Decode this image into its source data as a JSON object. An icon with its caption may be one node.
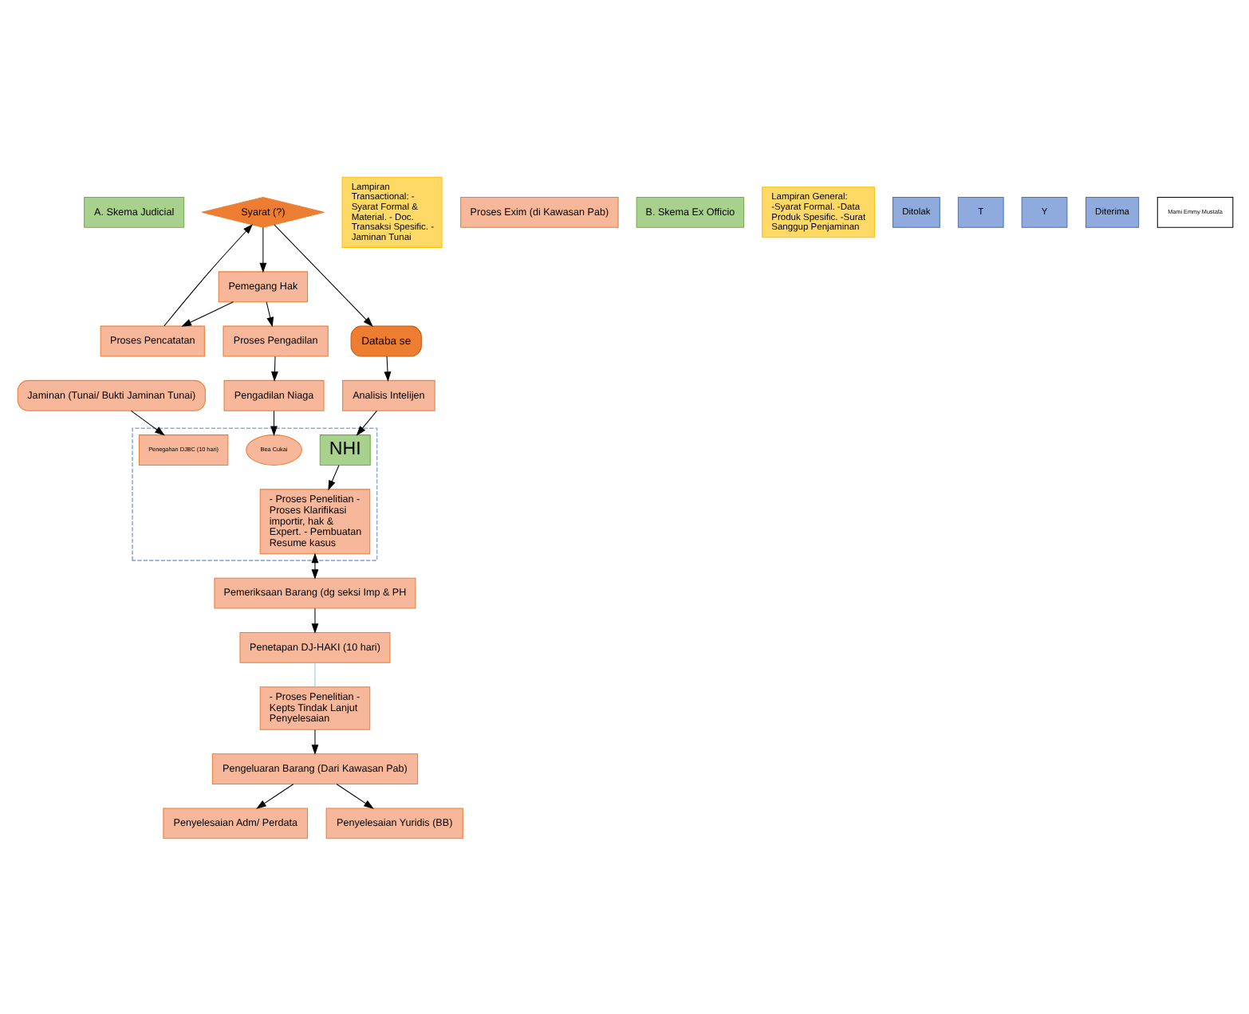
{
  "diagram": {
    "nodes": [
      {
        "text": [
          "A. Skema Judicial"
        ]
      },
      {
        "text": [
          "Proses Pengadilan"
        ]
      },
      {
        "text": [
          "Pengadilan Niaga"
        ]
      },
      {
        "text": [
          "Jaminan (Tunai/ Bukti Jaminan Tunai)"
        ]
      },
      {
        "text": [
          "Lampiran Transactional: - Syarat Formal & Material. - Doc. Transaksi Spesific. - Jaminan Tunai"
        ]
      },
      {
        "text": [],
        "shape": "box"
      },
      {
        "text": [
          "Bea Cukai"
        ],
        "in": 5
      },
      {
        "text": [
          "Penegahan DJBC (10 hari)"
        ],
        "in": 5
      },
      {
        "text": [
          "Pemegang Hak"
        ]
      },
      {
        "text": [
          "Proses Exim (di Kawasan Pab)"
        ]
      },
      {
        "text": [
          "NHI"
        ],
        "in": 5
      },
      {
        "text": [
          "- Proses Penelitian - Proses Klarifikasi importir, hak & Expert. - Pembuatan Resume kasus"
        ],
        "in": 5
      },
      {
        "text": [
          "Pemeriksaan Barang (dg seksi Imp & PH"
        ]
      },
      {
        "text": [
          "B. Skema Ex Officio"
        ]
      },
      {
        "text": [
          "Proses Pencatatan"
        ]
      },
      {
        "text": [
          "Lampiran General: -Syarat Formal. -Data Produk Spesific. -Surat Sanggup Penjaminan"
        ]
      },
      {
        "text": [
          "Penetapan DJ-HAKI (10 hari)"
        ]
      },
      {
        "text": [
          "- Proses Penelitian - Kepts Tindak Lanjut Penyelesaian"
        ]
      },
      {
        "text": [
          "Ditolak"
        ]
      },
      {
        "text": [
          "T"
        ]
      },
      {
        "text": [
          "Y"
        ]
      },
      {
        "text": [
          "Diterima"
        ]
      },
      {
        "text": [
          "Syarat (?)"
        ]
      },
      {
        "text": [
          "Databa se"
        ]
      },
      {
        "text": [
          "Analisis Intelijen"
        ]
      },
      {
        "text": [
          "Pengeluaran Barang (Dari Kawasan Pab)"
        ]
      },
      {
        "text": [
          "Penyelesaian Adm/ Perdata"
        ]
      },
      {
        "text": [
          "Penyelesaian Yuridis (BB)"
        ]
      },
      {
        "text": [
          "Mami Emmy Mustafa"
        ]
      }
    ],
    "edges": [
      {
        "from": 8,
        "to": 1,
        "arrow": "to"
      },
      {
        "from": 8,
        "to": 14,
        "arrow": "to"
      },
      {
        "from": 1,
        "to": 2,
        "arrow": "to"
      },
      {
        "from": 2,
        "to": 6,
        "arrow": "to"
      },
      {
        "from": 3,
        "to": 7,
        "arrow": "to"
      },
      {
        "from": 10,
        "to": 11,
        "arrow": "to"
      },
      {
        "from": 11,
        "to": 12,
        "arrow": "both"
      },
      {
        "from": 12,
        "to": 16,
        "arrow": "to"
      },
      {
        "from": 16,
        "to": 17,
        "arrow": "none",
        "color": "#9dc3e6"
      },
      {
        "from": 17,
        "to": 25,
        "arrow": "to"
      },
      {
        "from": 25,
        "to": 26,
        "arrow": "to"
      },
      {
        "from": 25,
        "to": 27,
        "arrow": "to"
      },
      {
        "from": 14,
        "to": 22,
        "arrow": "to"
      },
      {
        "from": 22,
        "to": 23,
        "arrow": "to"
      },
      {
        "from": 23,
        "to": 24,
        "arrow": "to"
      },
      {
        "from": 24,
        "to": 10,
        "arrow": "to"
      },
      {
        "from": 22,
        "to": 8,
        "arrow": "to"
      }
    ]
  }
}
